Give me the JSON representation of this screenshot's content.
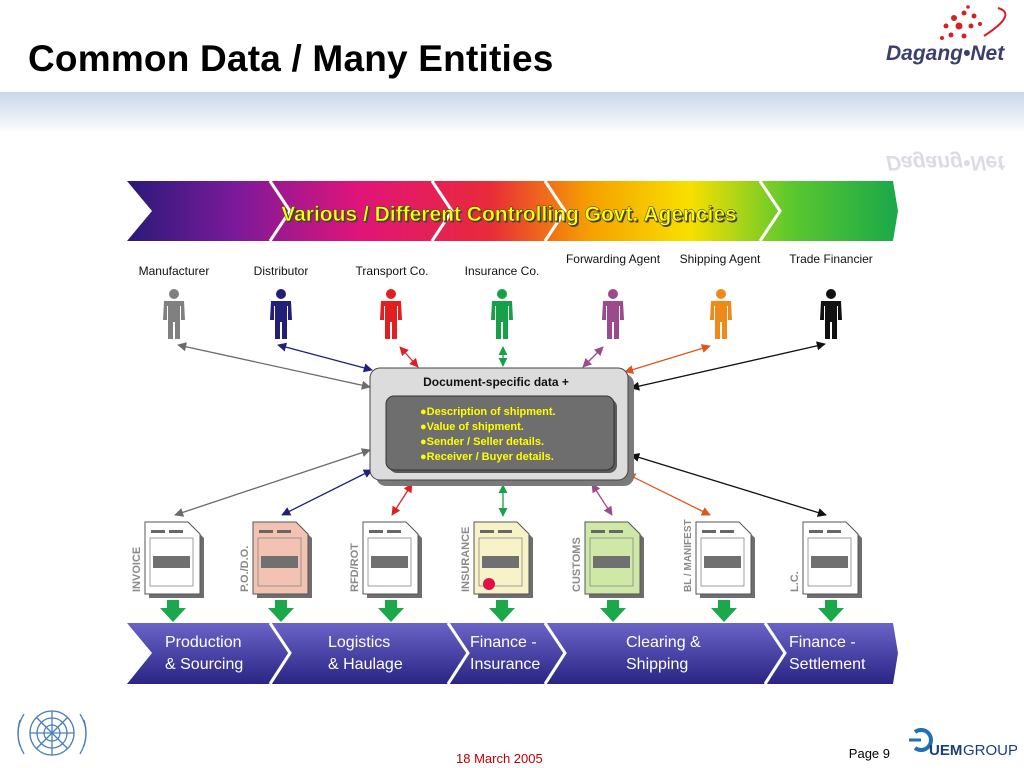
{
  "slide": {
    "title": "Common Data / Many Entities",
    "date": "18 March 2005",
    "page": "Page 9"
  },
  "logos": {
    "brand": "Dagang•Net",
    "footer_brand_bold": "UEM",
    "footer_brand_rest": " GROUP"
  },
  "banner": {
    "text": "Various / Different Controlling Govt. Agencies"
  },
  "entities": [
    {
      "label": "Manufacturer",
      "color": "#808080"
    },
    {
      "label": "Distributor",
      "color": "#20207a"
    },
    {
      "label": "Transport Co.",
      "color": "#e02020"
    },
    {
      "label": "Insurance Co.",
      "color": "#16a048"
    },
    {
      "label": "Forwarding Agent",
      "color": "#9c4a8e"
    },
    {
      "label": "Shipping Agent",
      "color": "#ef8a1a"
    },
    {
      "label": "Trade Financier",
      "color": "#111111"
    }
  ],
  "central": {
    "heading": "Document-specific data +",
    "items": [
      "●Description of shipment.",
      "●Value of shipment.",
      "●Sender / Seller details.",
      "●Receiver / Buyer details."
    ]
  },
  "documents": [
    {
      "label": "INVOICE",
      "fill": "#ffffff"
    },
    {
      "label": "P.O./D.O.",
      "fill": "#f2c2b2"
    },
    {
      "label": "RFD/ROT",
      "fill": "#ffffff"
    },
    {
      "label": "INSURANCE",
      "fill": "#f8f2c8"
    },
    {
      "label": "CUSTOMS",
      "fill": "#cfe8a8"
    },
    {
      "label": "BL / MANIFEST",
      "fill": "#ffffff"
    },
    {
      "label": "L.C.",
      "fill": "#ffffff"
    }
  ],
  "stages": [
    {
      "line1": "Production",
      "line2": "& Sourcing"
    },
    {
      "line1": "Logistics",
      "line2": "& Haulage"
    },
    {
      "line1": "Finance -",
      "line2": "Insurance"
    },
    {
      "line1": "Clearing &",
      "line2": "Shipping"
    },
    {
      "line1": "Finance -",
      "line2": "Settlement"
    }
  ]
}
